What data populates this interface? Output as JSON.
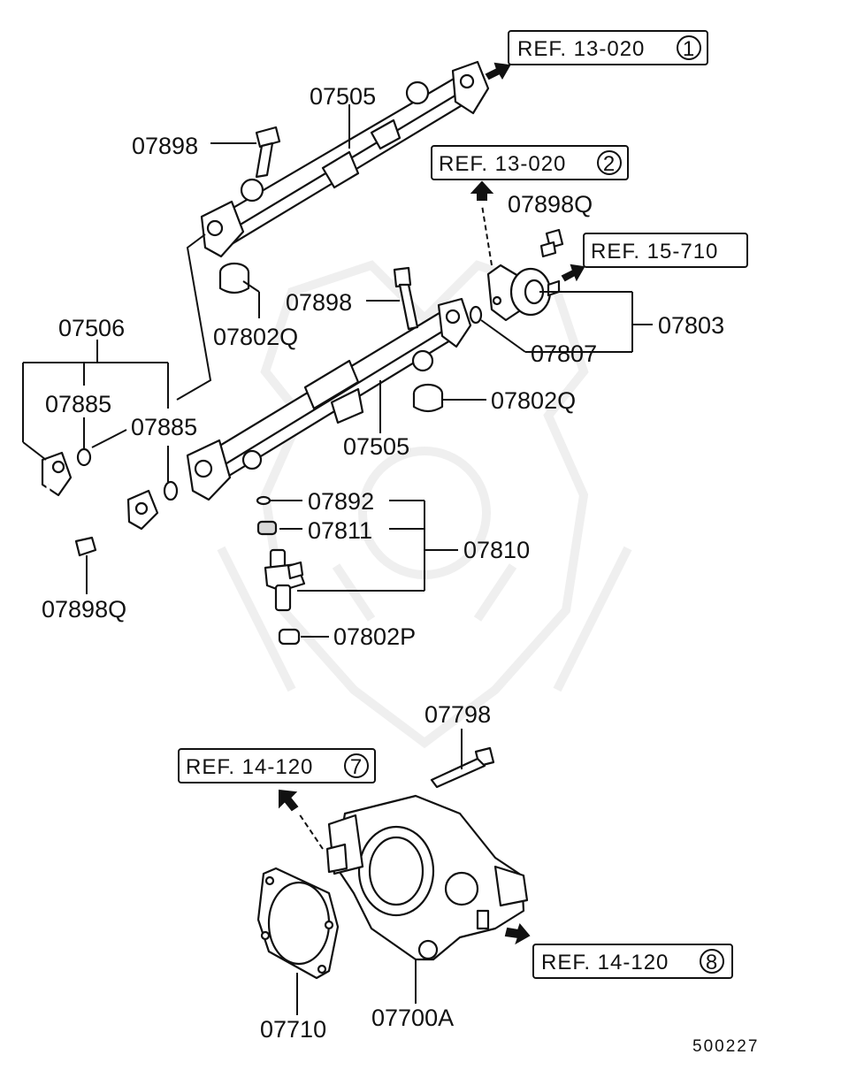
{
  "diagram": {
    "parts": {
      "fuel_rail_upper": "07505",
      "fuel_rail_lower": "07505",
      "bolt_upper": "07898",
      "bolt_middle": "07898",
      "bolt_small_regulator": "07898Q",
      "bolt_small_pipe": "07898Q",
      "insulator_upper": "07802Q",
      "insulator_lower": "07802Q",
      "insulator_injector": "07802P",
      "pressure_regulator": "07803",
      "regulator_oring": "07807",
      "fuel_pipe": "07506",
      "oring_left": "07885",
      "oring_right": "07885",
      "injector_seal": "07892",
      "injector_grommet": "07811",
      "injector_assembly": "07810",
      "throttle_bolt": "07798",
      "gasket": "07710",
      "throttle_body": "07700A"
    },
    "refs": {
      "ref1": {
        "text": "REF. 13-020",
        "circle": "1"
      },
      "ref2": {
        "text": "REF. 13-020",
        "circle": "2"
      },
      "ref3": {
        "text": "REF. 15-710"
      },
      "ref7": {
        "text": "REF. 14-120",
        "circle": "7"
      },
      "ref8": {
        "text": "REF. 14-120",
        "circle": "8"
      }
    },
    "diagram_code": "500227"
  }
}
